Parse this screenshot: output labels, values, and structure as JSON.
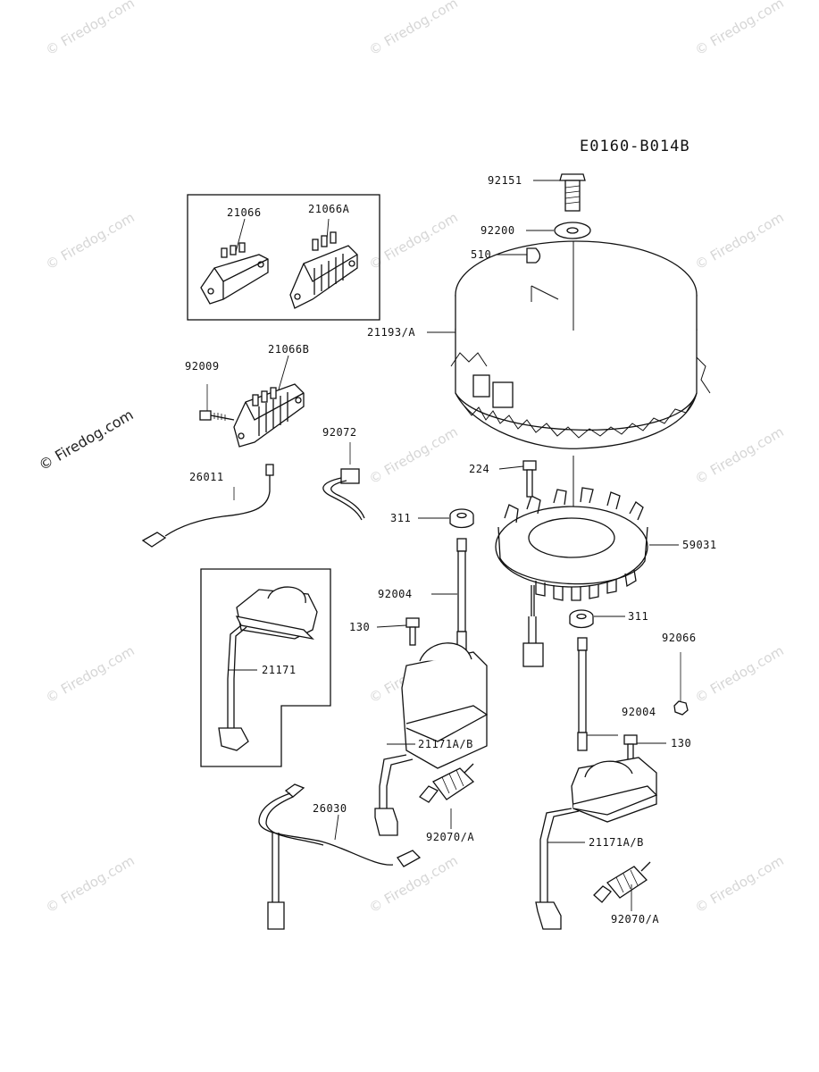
{
  "diagram_code": "E0160-B014B",
  "credit_text": "© Firedog.com",
  "watermark_text": "© Firedog.com",
  "labels": {
    "l92151": "92151",
    "l92200": "92200",
    "l510": "510",
    "l21193": "21193/A",
    "l21066": "21066",
    "l21066A": "21066A",
    "l21066B": "21066B",
    "l92009": "92009",
    "l92072": "92072",
    "l26011": "26011",
    "l224": "224",
    "l311a": "311",
    "l59031": "59031",
    "l92004a": "92004",
    "l130a": "130",
    "l311b": "311",
    "l92066": "92066",
    "l21171": "21171",
    "l92004b": "92004",
    "l130b": "130",
    "l21171AB1": "21171A/B",
    "l26030": "26030",
    "l92070A1": "92070/A",
    "l21171AB2": "21171A/B",
    "l92070A2": "92070/A"
  }
}
